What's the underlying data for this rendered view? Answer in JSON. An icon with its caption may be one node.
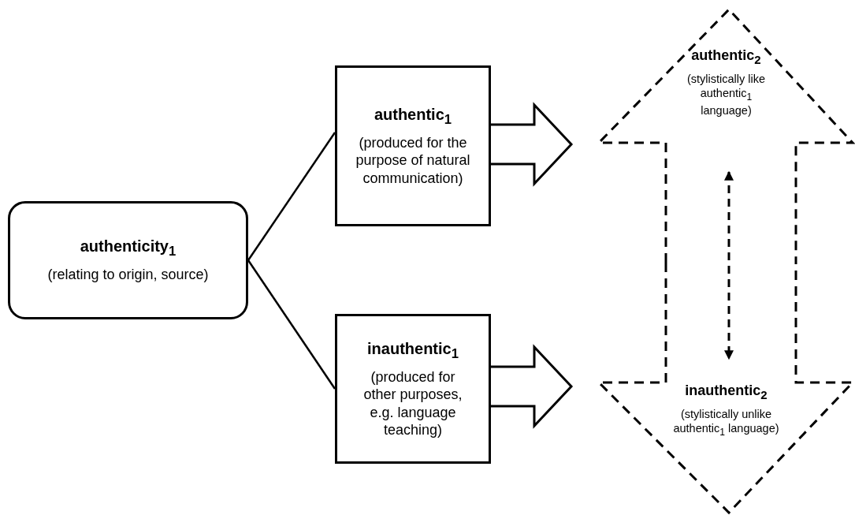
{
  "diagram": {
    "nodes": [
      {
        "text": [
          "authenticity$_{1}$",
          "(relating to origin, source)"
        ]
      },
      {
        "text": [
          "authentic$_{1}$",
          "(produced for the purpose of natural communication)"
        ]
      },
      {
        "text": [
          "inauthentic$_{1}$",
          "(produced for other purposes, e.g. language teaching)"
        ]
      },
      {
        "text": [
          "authentic$_{2}$",
          "(stylistically like authentic$_{1}$ language)"
        ]
      },
      {
        "text": [
          "inauthentic$_{2}$",
          "(stylistically unlike authentic$_{1}$ language)"
        ]
      }
    ],
    "edges": [
      {
        "from": 0,
        "to": 1,
        "arrow": "none"
      },
      {
        "from": 0,
        "to": 2,
        "arrow": "none"
      },
      {
        "from": 1,
        "to": 3,
        "arrow": "to",
        "style": "thick"
      },
      {
        "from": 2,
        "to": 4,
        "arrow": "to",
        "style": "thick"
      },
      {
        "from": 3,
        "to": 4,
        "arrow": "both",
        "style": "dashed"
      }
    ]
  }
}
